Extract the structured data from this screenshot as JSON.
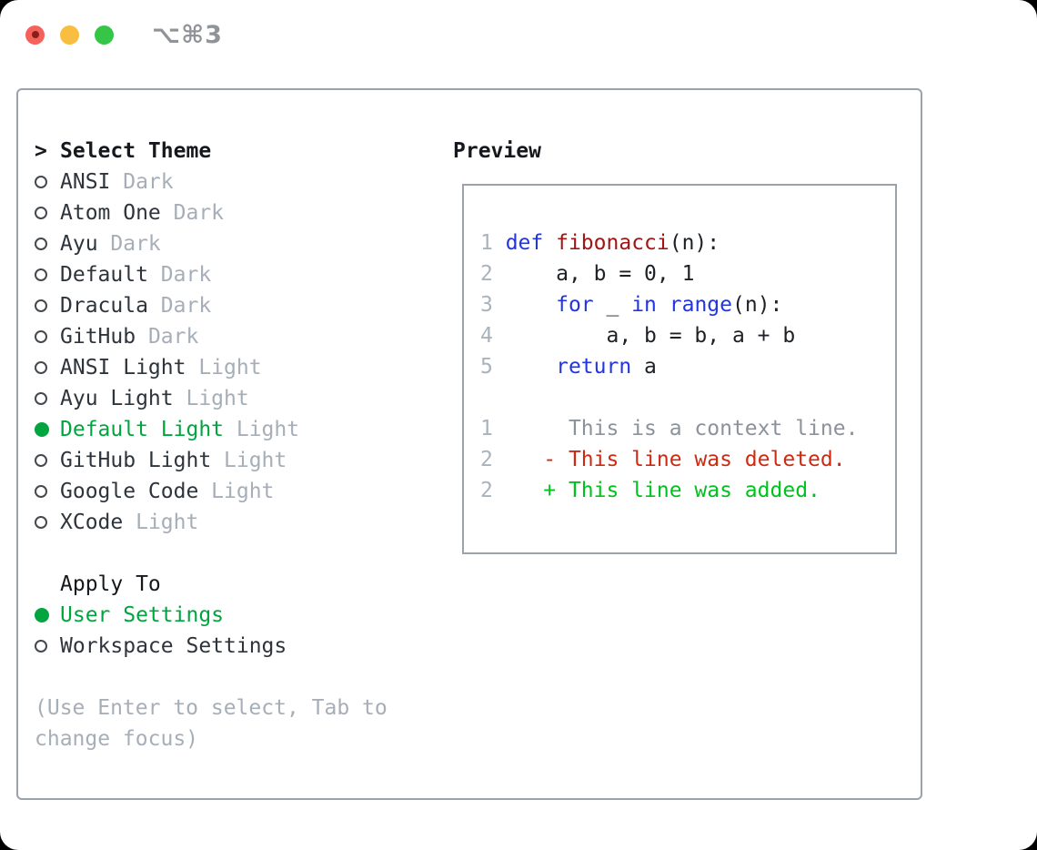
{
  "window": {
    "shortcut": "⌥⌘3"
  },
  "theme_panel": {
    "header_marker": ">",
    "header": "Select Theme",
    "themes": [
      {
        "name": "ANSI",
        "variant": "Dark",
        "selected": false
      },
      {
        "name": "Atom One",
        "variant": "Dark",
        "selected": false
      },
      {
        "name": "Ayu",
        "variant": "Dark",
        "selected": false
      },
      {
        "name": "Default",
        "variant": "Dark",
        "selected": false
      },
      {
        "name": "Dracula",
        "variant": "Dark",
        "selected": false
      },
      {
        "name": "GitHub",
        "variant": "Dark",
        "selected": false
      },
      {
        "name": "ANSI Light",
        "variant": "Light",
        "selected": false
      },
      {
        "name": "Ayu Light",
        "variant": "Light",
        "selected": false
      },
      {
        "name": "Default Light",
        "variant": "Light",
        "selected": true
      },
      {
        "name": "GitHub Light",
        "variant": "Light",
        "selected": false
      },
      {
        "name": "Google Code",
        "variant": "Light",
        "selected": false
      },
      {
        "name": "XCode",
        "variant": "Light",
        "selected": false
      }
    ],
    "apply_to_header": "Apply To",
    "apply_options": [
      {
        "name": "User Settings",
        "selected": true
      },
      {
        "name": "Workspace Settings",
        "selected": false
      }
    ],
    "hint_lines": [
      "(Use Enter to select, Tab to",
      "change focus)"
    ]
  },
  "preview": {
    "title": "Preview",
    "lines": [
      {
        "segments": [
          {
            "t": "1 ",
            "c": "ln"
          },
          {
            "t": "def",
            "c": "kw"
          },
          {
            "t": " ",
            "c": "plain"
          },
          {
            "t": "fibonacci",
            "c": "fn"
          },
          {
            "t": "(n):",
            "c": "plain"
          }
        ]
      },
      {
        "segments": [
          {
            "t": "2 ",
            "c": "ln"
          },
          {
            "t": "    a, b = 0, 1",
            "c": "plain"
          }
        ]
      },
      {
        "segments": [
          {
            "t": "3 ",
            "c": "ln"
          },
          {
            "t": "    ",
            "c": "plain"
          },
          {
            "t": "for",
            "c": "kw"
          },
          {
            "t": " _ ",
            "c": "plain"
          },
          {
            "t": "in",
            "c": "kw"
          },
          {
            "t": " ",
            "c": "plain"
          },
          {
            "t": "range",
            "c": "kw"
          },
          {
            "t": "(n):",
            "c": "plain"
          }
        ]
      },
      {
        "segments": [
          {
            "t": "4 ",
            "c": "ln"
          },
          {
            "t": "        a, b = b, a + b",
            "c": "plain"
          }
        ]
      },
      {
        "segments": [
          {
            "t": "5 ",
            "c": "ln"
          },
          {
            "t": "    ",
            "c": "plain"
          },
          {
            "t": "return",
            "c": "kw"
          },
          {
            "t": " a",
            "c": "plain"
          }
        ]
      },
      {
        "segments": []
      },
      {
        "segments": [
          {
            "t": "1 ",
            "c": "ln"
          },
          {
            "t": "     This is a context line.",
            "c": "ctx"
          }
        ]
      },
      {
        "segments": [
          {
            "t": "2 ",
            "c": "ln"
          },
          {
            "t": "   ",
            "c": "plain"
          },
          {
            "t": "- This line was deleted.",
            "c": "del"
          }
        ]
      },
      {
        "segments": [
          {
            "t": "2 ",
            "c": "ln"
          },
          {
            "t": "   ",
            "c": "plain"
          },
          {
            "t": "+ This line was added.",
            "c": "add"
          }
        ]
      }
    ]
  },
  "colors": {
    "accent_green": "#00a53f",
    "added_green": "#00c21d",
    "deleted_red": "#cd2a11",
    "keyword_blue": "#2135e0",
    "function_red": "#a31515",
    "line_number_gray": "#a9b3bd",
    "context_gray": "#8b929b",
    "muted_gray": "#a6aeb8",
    "border_gray": "#9aa2ac",
    "traffic_red": "#f4625c",
    "traffic_yellow": "#f8bd41",
    "traffic_green": "#35c547"
  }
}
